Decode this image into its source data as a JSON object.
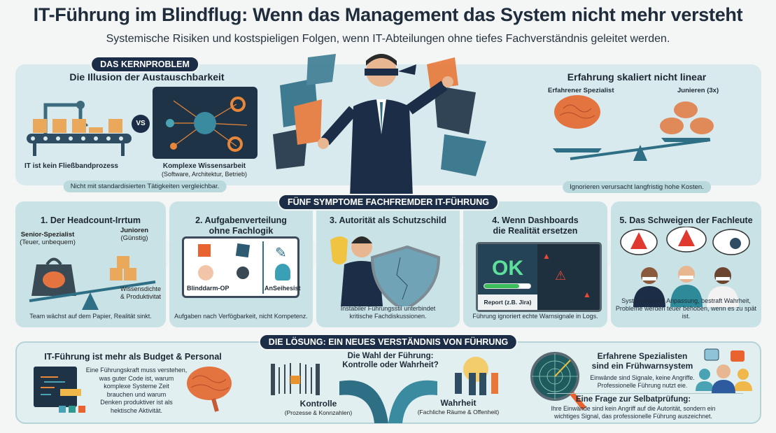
{
  "header": {
    "title": "IT-Führung im Blindflug: Wenn das Management das System nicht mehr versteht",
    "subtitle": "Systemische Risiken und kostspieligen Folgen, wenn IT-Abteilungen ohne tiefes Fachverständnis geleitet werden."
  },
  "kernproblem": {
    "badge": "DAS KERNPROBLEM",
    "title": "Die Illusion der Austauschbarkeit",
    "vs": "VS",
    "left_caption": "IT ist kein Fließbandprozess",
    "right_caption": "Komplexe Wissensarbeit",
    "right_sub": "(Software, Architektur, Betrieb)",
    "pill": "Nicht mit standardisierten Tätigkeiten vergleichbar.",
    "right_title": "Erfahrung skaliert nicht linear",
    "specialist": "Erfahrener Spezialist",
    "juniors": "Junieren (3x)",
    "right_pill": "Ignorieren verursacht langfristig hohe Kosten."
  },
  "symptoms": {
    "badge": "FÜNF SYMPTOME FACHFREMDER IT-FÜHRUNG",
    "cards": [
      {
        "title": "1. Der Headcount-Irrtum",
        "senior": "Senior-Spezialist",
        "senior_sub": "(Teuer, unbequem)",
        "junior": "Junioren",
        "junior_sub": "(Günstig)",
        "metric": "Wissensdichte",
        "metric2": "& Produktivitat",
        "caption": "Team wächst auf dem Papier, Realität sinkt."
      },
      {
        "title": "2. Aufgabenverteilung",
        "title2": "ohne Fachlogik",
        "label1": "Blinddarm-OP",
        "label2": "AnSeihesist",
        "caption": "Aufgaben nach Verfögbarkeit, nicht Kompetenz."
      },
      {
        "title": "3. Autorität als Schutzschild",
        "caption": "Instabiler Führungsstil unterbindet",
        "caption2": "kritische Fachdiskussionen."
      },
      {
        "title": "4. Wenn Dashboards",
        "title2": "die Realität ersetzen",
        "ok": "OK",
        "report": "Report (z.B. Jira)",
        "progress": 0.75,
        "caption": "Führung ignoriert echte Warnsignale in Logs."
      },
      {
        "title": "5. Das Schweigen der Fachleute",
        "caption": "System belohnt Anpassung, bestraft Wahrheit,",
        "caption2": "Probleme werden teuer behoben, wenn es zu spät ist."
      }
    ]
  },
  "solution": {
    "badge": "DIE LÖSUNG: EIN NEUES VERSTÄNDNIS VON FÜHRUNG",
    "left_title": "IT-Führung ist mehr als Budget & Personal",
    "left_text": [
      "Eine Führungskraft muss verstehen,",
      "was guter Code ist, warum",
      "komplexe Systeme Zeit",
      "brauchen und warum",
      "Denken produktiver ist als",
      "hektische Aktivität."
    ],
    "choice_title": "Die Wahl der Führung:",
    "choice_title2": "Kontrolle oder Wahrheit?",
    "control": "Kontrolle",
    "control_sub": "(Prozesse & Konnzahlen)",
    "truth": "Wahrheit",
    "truth_sub": "(Fachliche Räume & Offenheit)",
    "spec_title": "Erfahrene Spezialisten",
    "spec_title2": "sind ein Frühwarnsystem",
    "spec_text": "Einwände sind Signale, keine Angriffe.",
    "spec_text2": "Professionelle Führung nutzt eie.",
    "question_title": "Eine Frage zur Selbatprüfung:",
    "question_text": "Ihre Einwände sind kein Angriff auf die Autorität, sondern ein",
    "question_text2": "wichtiges Signal, das professionelle Führung auszeichnet."
  },
  "colors": {
    "navy": "#1c2e47",
    "panel": "#d8eaee",
    "orange": "#e8783a",
    "teal": "#2e6f86"
  }
}
